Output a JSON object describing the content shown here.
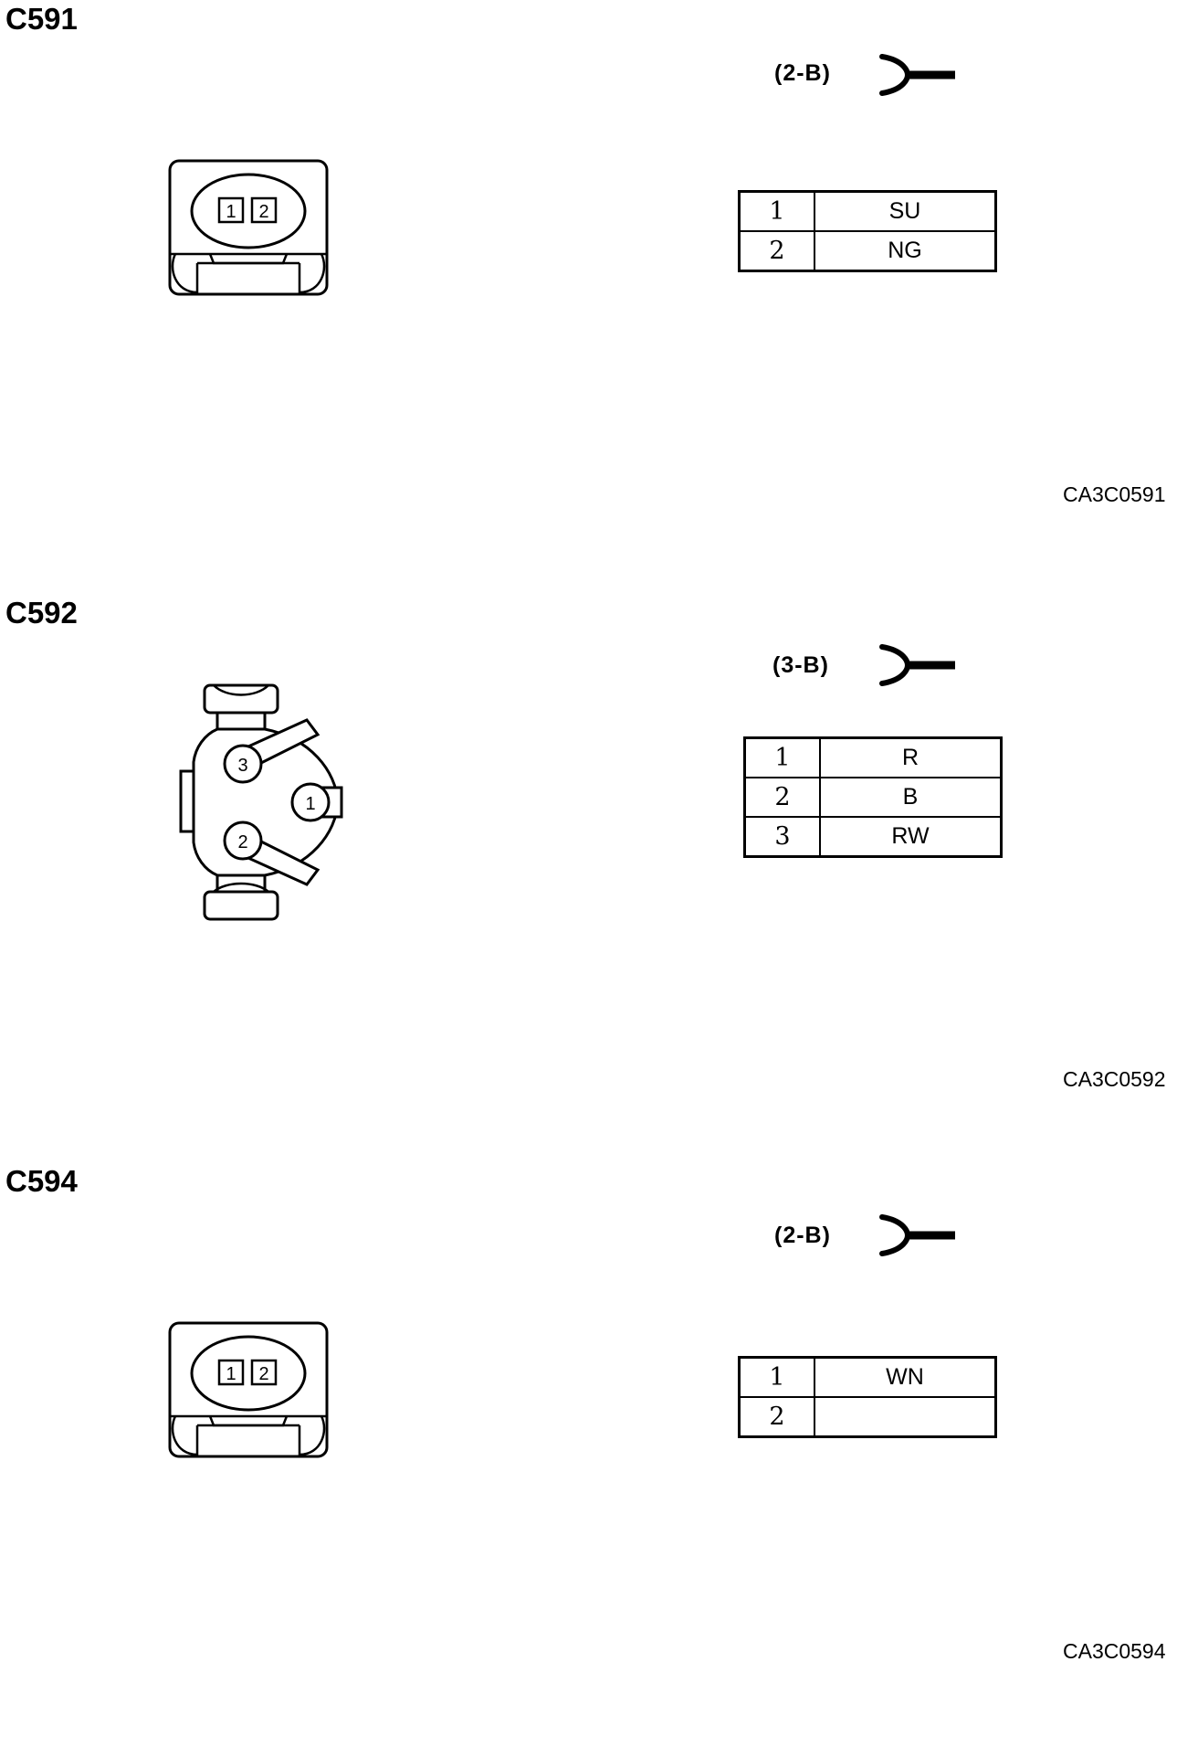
{
  "connectors": [
    {
      "id": "C591",
      "type_code": "(2-B)",
      "ref_code": "CA3C0591",
      "terminal_labels": [
        "1",
        "2"
      ],
      "pins": [
        {
          "pin": "1",
          "color": "SU"
        },
        {
          "pin": "2",
          "color": "NG"
        }
      ]
    },
    {
      "id": "C592",
      "type_code": "(3-B)",
      "ref_code": "CA3C0592",
      "terminal_labels": [
        "1",
        "2",
        "3"
      ],
      "pins": [
        {
          "pin": "1",
          "color": "R"
        },
        {
          "pin": "2",
          "color": "B"
        },
        {
          "pin": "3",
          "color": "RW"
        }
      ]
    },
    {
      "id": "C594",
      "type_code": "(2-B)",
      "ref_code": "CA3C0594",
      "terminal_labels": [
        "1",
        "2"
      ],
      "pins": [
        {
          "pin": "1",
          "color": "WN"
        },
        {
          "pin": "2",
          "color": ""
        }
      ]
    }
  ]
}
